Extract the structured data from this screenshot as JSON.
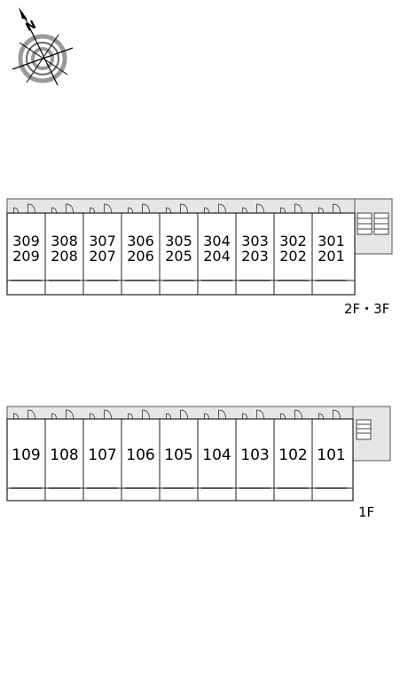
{
  "compass": {
    "label": "N",
    "icon": "compass-icon"
  },
  "upper_floor": {
    "label": "2F・3F",
    "units": [
      {
        "top": "309",
        "bottom": "209"
      },
      {
        "top": "308",
        "bottom": "208"
      },
      {
        "top": "307",
        "bottom": "207"
      },
      {
        "top": "306",
        "bottom": "206"
      },
      {
        "top": "305",
        "bottom": "205"
      },
      {
        "top": "304",
        "bottom": "204"
      },
      {
        "top": "303",
        "bottom": "203"
      },
      {
        "top": "302",
        "bottom": "202"
      },
      {
        "top": "301",
        "bottom": "201"
      }
    ]
  },
  "ground_floor": {
    "label": "1F",
    "units": [
      "109",
      "108",
      "107",
      "106",
      "105",
      "104",
      "103",
      "102",
      "101"
    ]
  }
}
